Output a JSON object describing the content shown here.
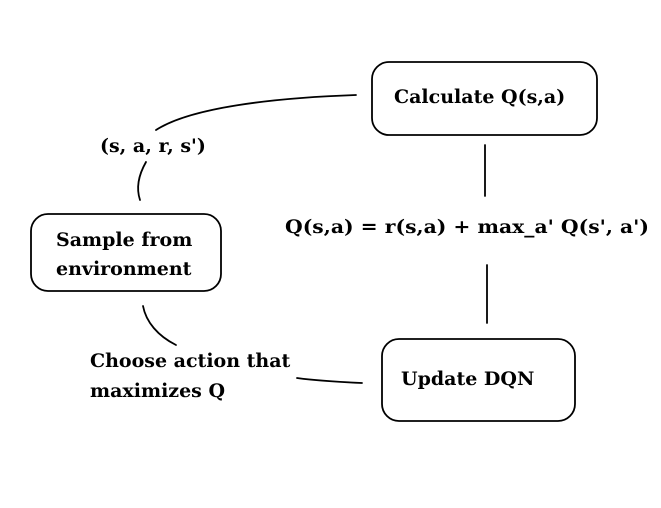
{
  "nodes": {
    "calculate": {
      "label": "Calculate Q(s,a)"
    },
    "sample": {
      "lines": [
        "Sample from",
        "environment"
      ]
    },
    "update": {
      "label": "Update DQN"
    }
  },
  "edge_labels": {
    "transition": "(s, a, r, s')",
    "bellman": "Q(s,a) = r(s,a) + max_a' Q(s', a')",
    "choose": [
      "Choose action that",
      "maximizes Q"
    ]
  }
}
